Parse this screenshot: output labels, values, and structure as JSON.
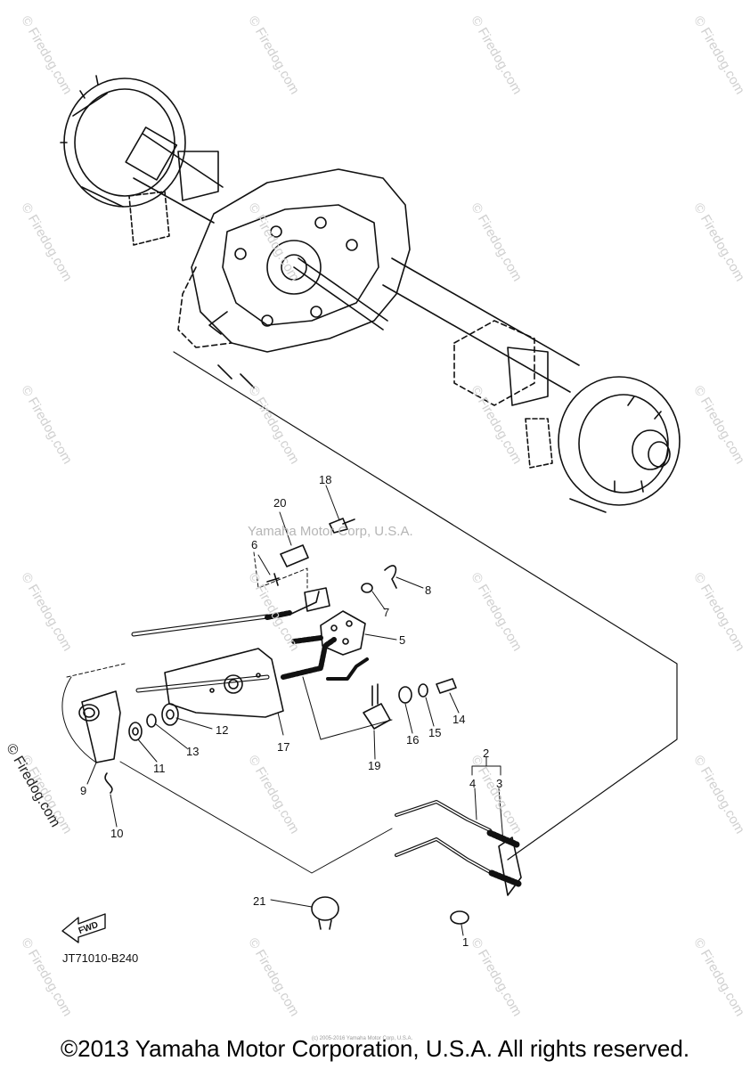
{
  "watermark_text": "© Firedog.com",
  "side_watermark": "© Firedog.com",
  "center_watermark": "Yamaha Motor Corp, U.S.A.",
  "diagram_code": "JT71010-B240",
  "fwd_label": "FWD",
  "callouts": [
    "1",
    "2",
    "3",
    "4",
    "5",
    "6",
    "7",
    "8",
    "9",
    "10",
    "11",
    "12",
    "13",
    "14",
    "15",
    "16",
    "17",
    "18",
    "19",
    "20",
    "21"
  ],
  "small_copyright": "(c) 2005-2016 Yamaha Motor Corp, U.S.A.",
  "copyright": "©2013 Yamaha Motor Corporation, U.S.A. All rights reserved."
}
